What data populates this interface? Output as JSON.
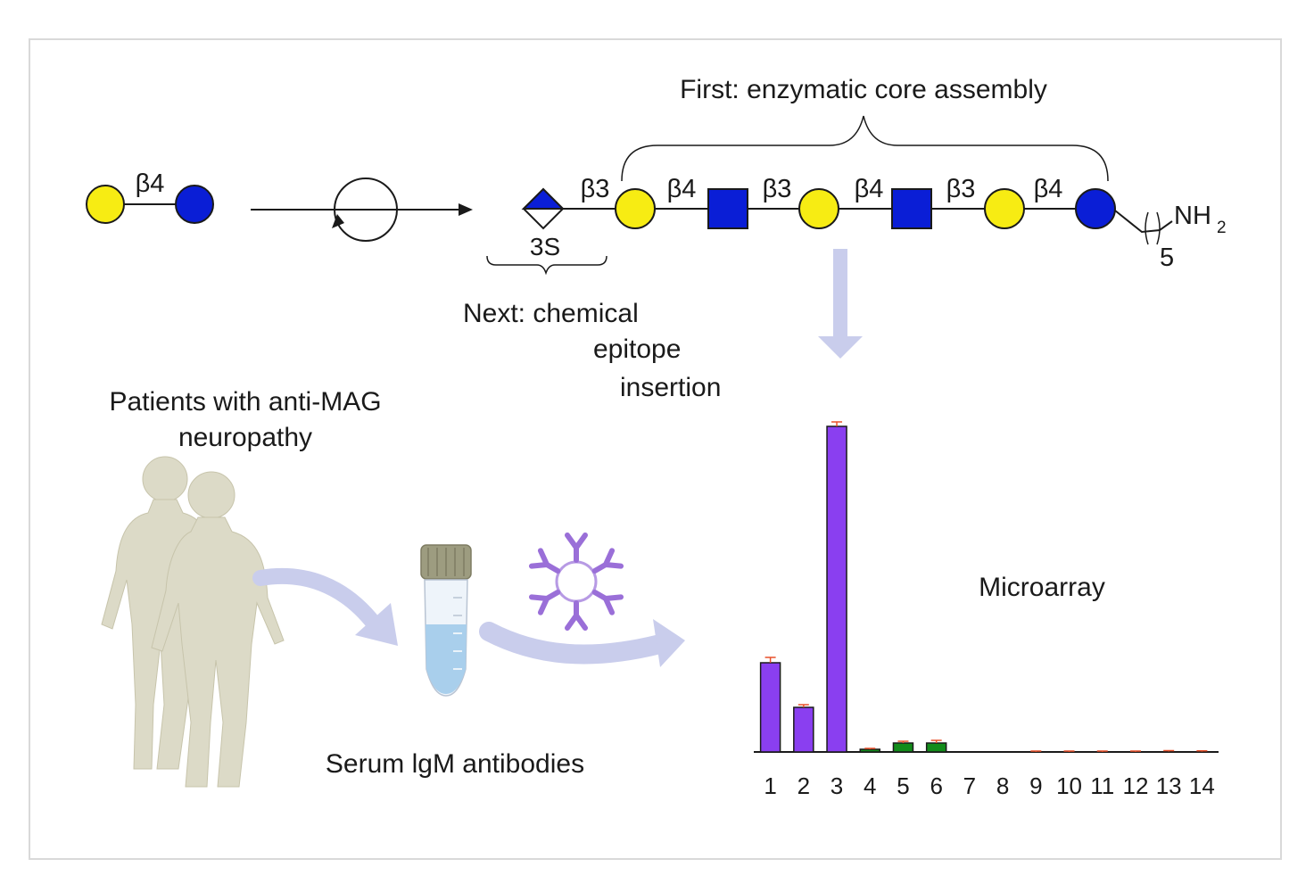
{
  "titles": {
    "core_assembly": "First: enzymatic core assembly",
    "epitope_line1": "Next: chemical",
    "epitope_line2": "epitope",
    "epitope_line3": "insertion",
    "patients_line1": "Patients with anti-MAG",
    "patients_line2": "neuropathy",
    "serum": "Serum lgM antibodies",
    "microarray": "Microarray"
  },
  "glycan": {
    "start_linkage": "β4",
    "sulfate_label": "3S",
    "linkages": [
      "β3",
      "β4",
      "β3",
      "β4",
      "β3",
      "β4"
    ],
    "spacer_group": "NH",
    "spacer_subscript": "2",
    "spacer_repeat": "5"
  },
  "colors": {
    "galactose": "#f7ec13",
    "glucose_glcnac": "#0a1ed6",
    "bar_purple": "#8a3ff0",
    "bar_green": "#138c1a",
    "error_bar": "#e8502a",
    "arrow_light": "#c9cdec",
    "figure_body": "#dcdac7"
  },
  "icons": [
    "human-figures-icon",
    "tube-icon",
    "igm-antibody-icon",
    "cycle-arrow-icon"
  ],
  "chart_data": {
    "type": "bar",
    "categories": [
      "1",
      "2",
      "3",
      "4",
      "5",
      "6",
      "7",
      "8",
      "9",
      "10",
      "11",
      "12",
      "13",
      "14"
    ],
    "values": [
      100,
      50,
      365,
      3,
      10,
      10,
      0,
      0,
      0,
      0,
      0,
      0,
      0.5,
      0.3
    ],
    "errors": [
      6,
      3,
      5,
      1,
      2,
      3,
      0,
      0,
      1,
      1,
      1,
      1,
      1,
      1
    ],
    "bar_colors": [
      "purple",
      "purple",
      "purple",
      "green",
      "green",
      "green",
      "none",
      "none",
      "none",
      "none",
      "none",
      "none",
      "none",
      "none"
    ],
    "ylim": [
      0,
      370
    ],
    "grid": false
  }
}
